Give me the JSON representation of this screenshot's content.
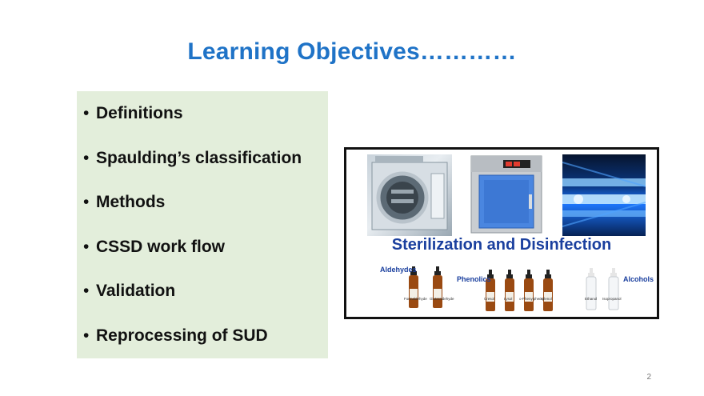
{
  "slide": {
    "title": "Learning Objectives…………",
    "bullet_symbol": "•",
    "objectives": [
      "Definitions",
      "Spaulding’s classification",
      "Methods",
      "CSSD work flow",
      "Validation",
      "Reprocessing of SUD"
    ],
    "page_number": "2"
  },
  "figure": {
    "caption": "Sterilization and Disinfection",
    "groups": {
      "aldehydes": {
        "label": "Aldehydes",
        "items": [
          "Formaldehyde",
          "Glutaraldehyde"
        ]
      },
      "phenolics": {
        "label": "Phenolics",
        "items": [
          "Cresol",
          "Lysol",
          "o-Phenylphenol",
          "Xylenol"
        ]
      },
      "alcohols": {
        "label": "Alcohols",
        "items": [
          "Ethanol",
          "Isopropanol"
        ]
      }
    }
  },
  "colors": {
    "title": "#1f73c7",
    "panel": "#e3eedb",
    "caption": "#1a3f9e"
  }
}
